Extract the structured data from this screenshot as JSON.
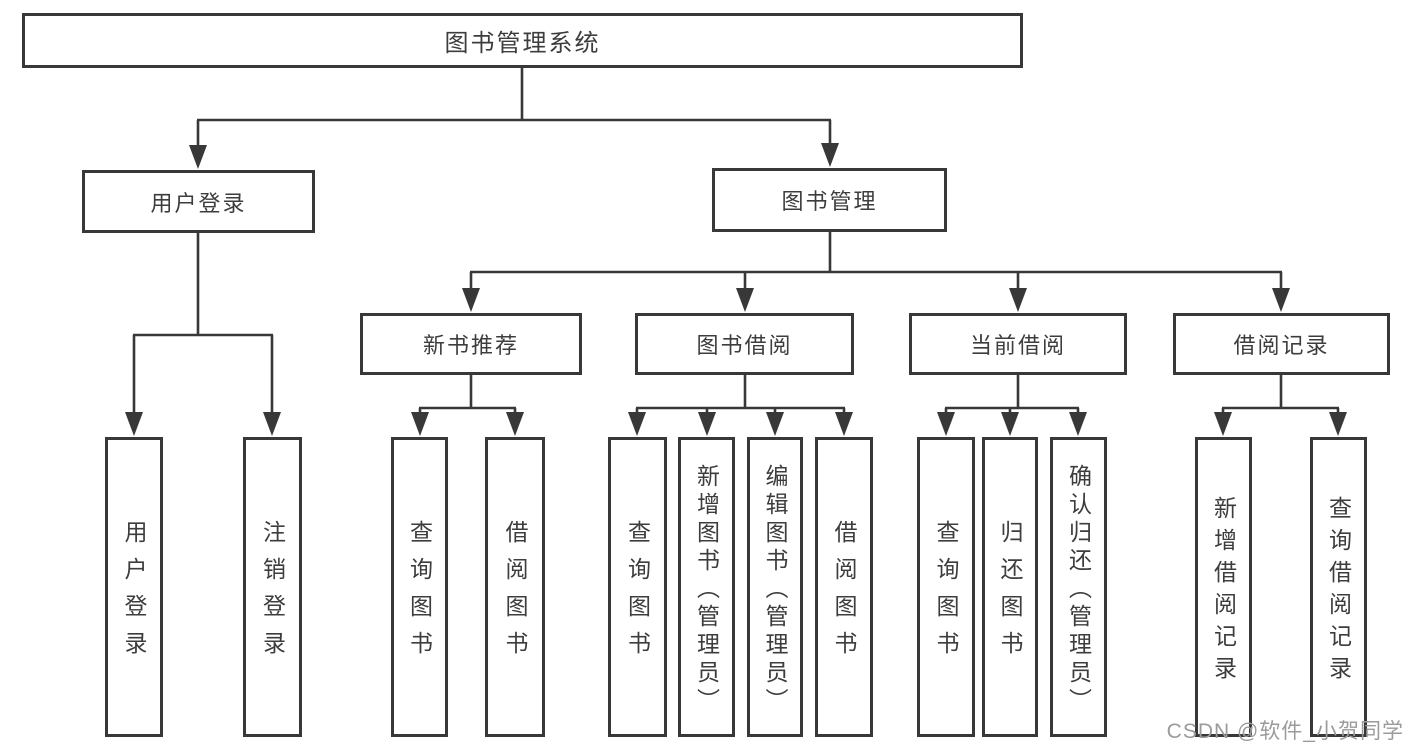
{
  "diagram": {
    "root": {
      "label": "图书管理系统"
    },
    "level2": [
      {
        "id": "user-login",
        "label": "用户登录"
      },
      {
        "id": "book-management",
        "label": "图书管理"
      }
    ],
    "level3": [
      {
        "id": "new-book-recommend",
        "label": "新书推荐"
      },
      {
        "id": "book-borrow",
        "label": "图书借阅"
      },
      {
        "id": "current-borrow",
        "label": "当前借阅"
      },
      {
        "id": "borrow-records",
        "label": "借阅记录"
      }
    ],
    "leaves": {
      "user_login": [
        "用户登录",
        "注销登录"
      ],
      "new_book": [
        "查询图书",
        "借阅图书"
      ],
      "book_borrow": [
        "查询图书",
        "新增图书（管理员）",
        "编辑图书（管理员）",
        "借阅图书"
      ],
      "current_borrow": [
        "查询图书",
        "归还图书",
        "确认归还（管理员）"
      ],
      "borrow_records": [
        "新增借阅记录",
        "查询借阅记录"
      ]
    }
  },
  "watermark": {
    "text": "CSDN @软件_小贺同学"
  },
  "colors": {
    "line": "#383838",
    "box_border": "#383838",
    "box_fill": "#ffffff",
    "text": "#3d3d3d",
    "watermark": "#9b9b9b",
    "background": "#ffffff"
  }
}
